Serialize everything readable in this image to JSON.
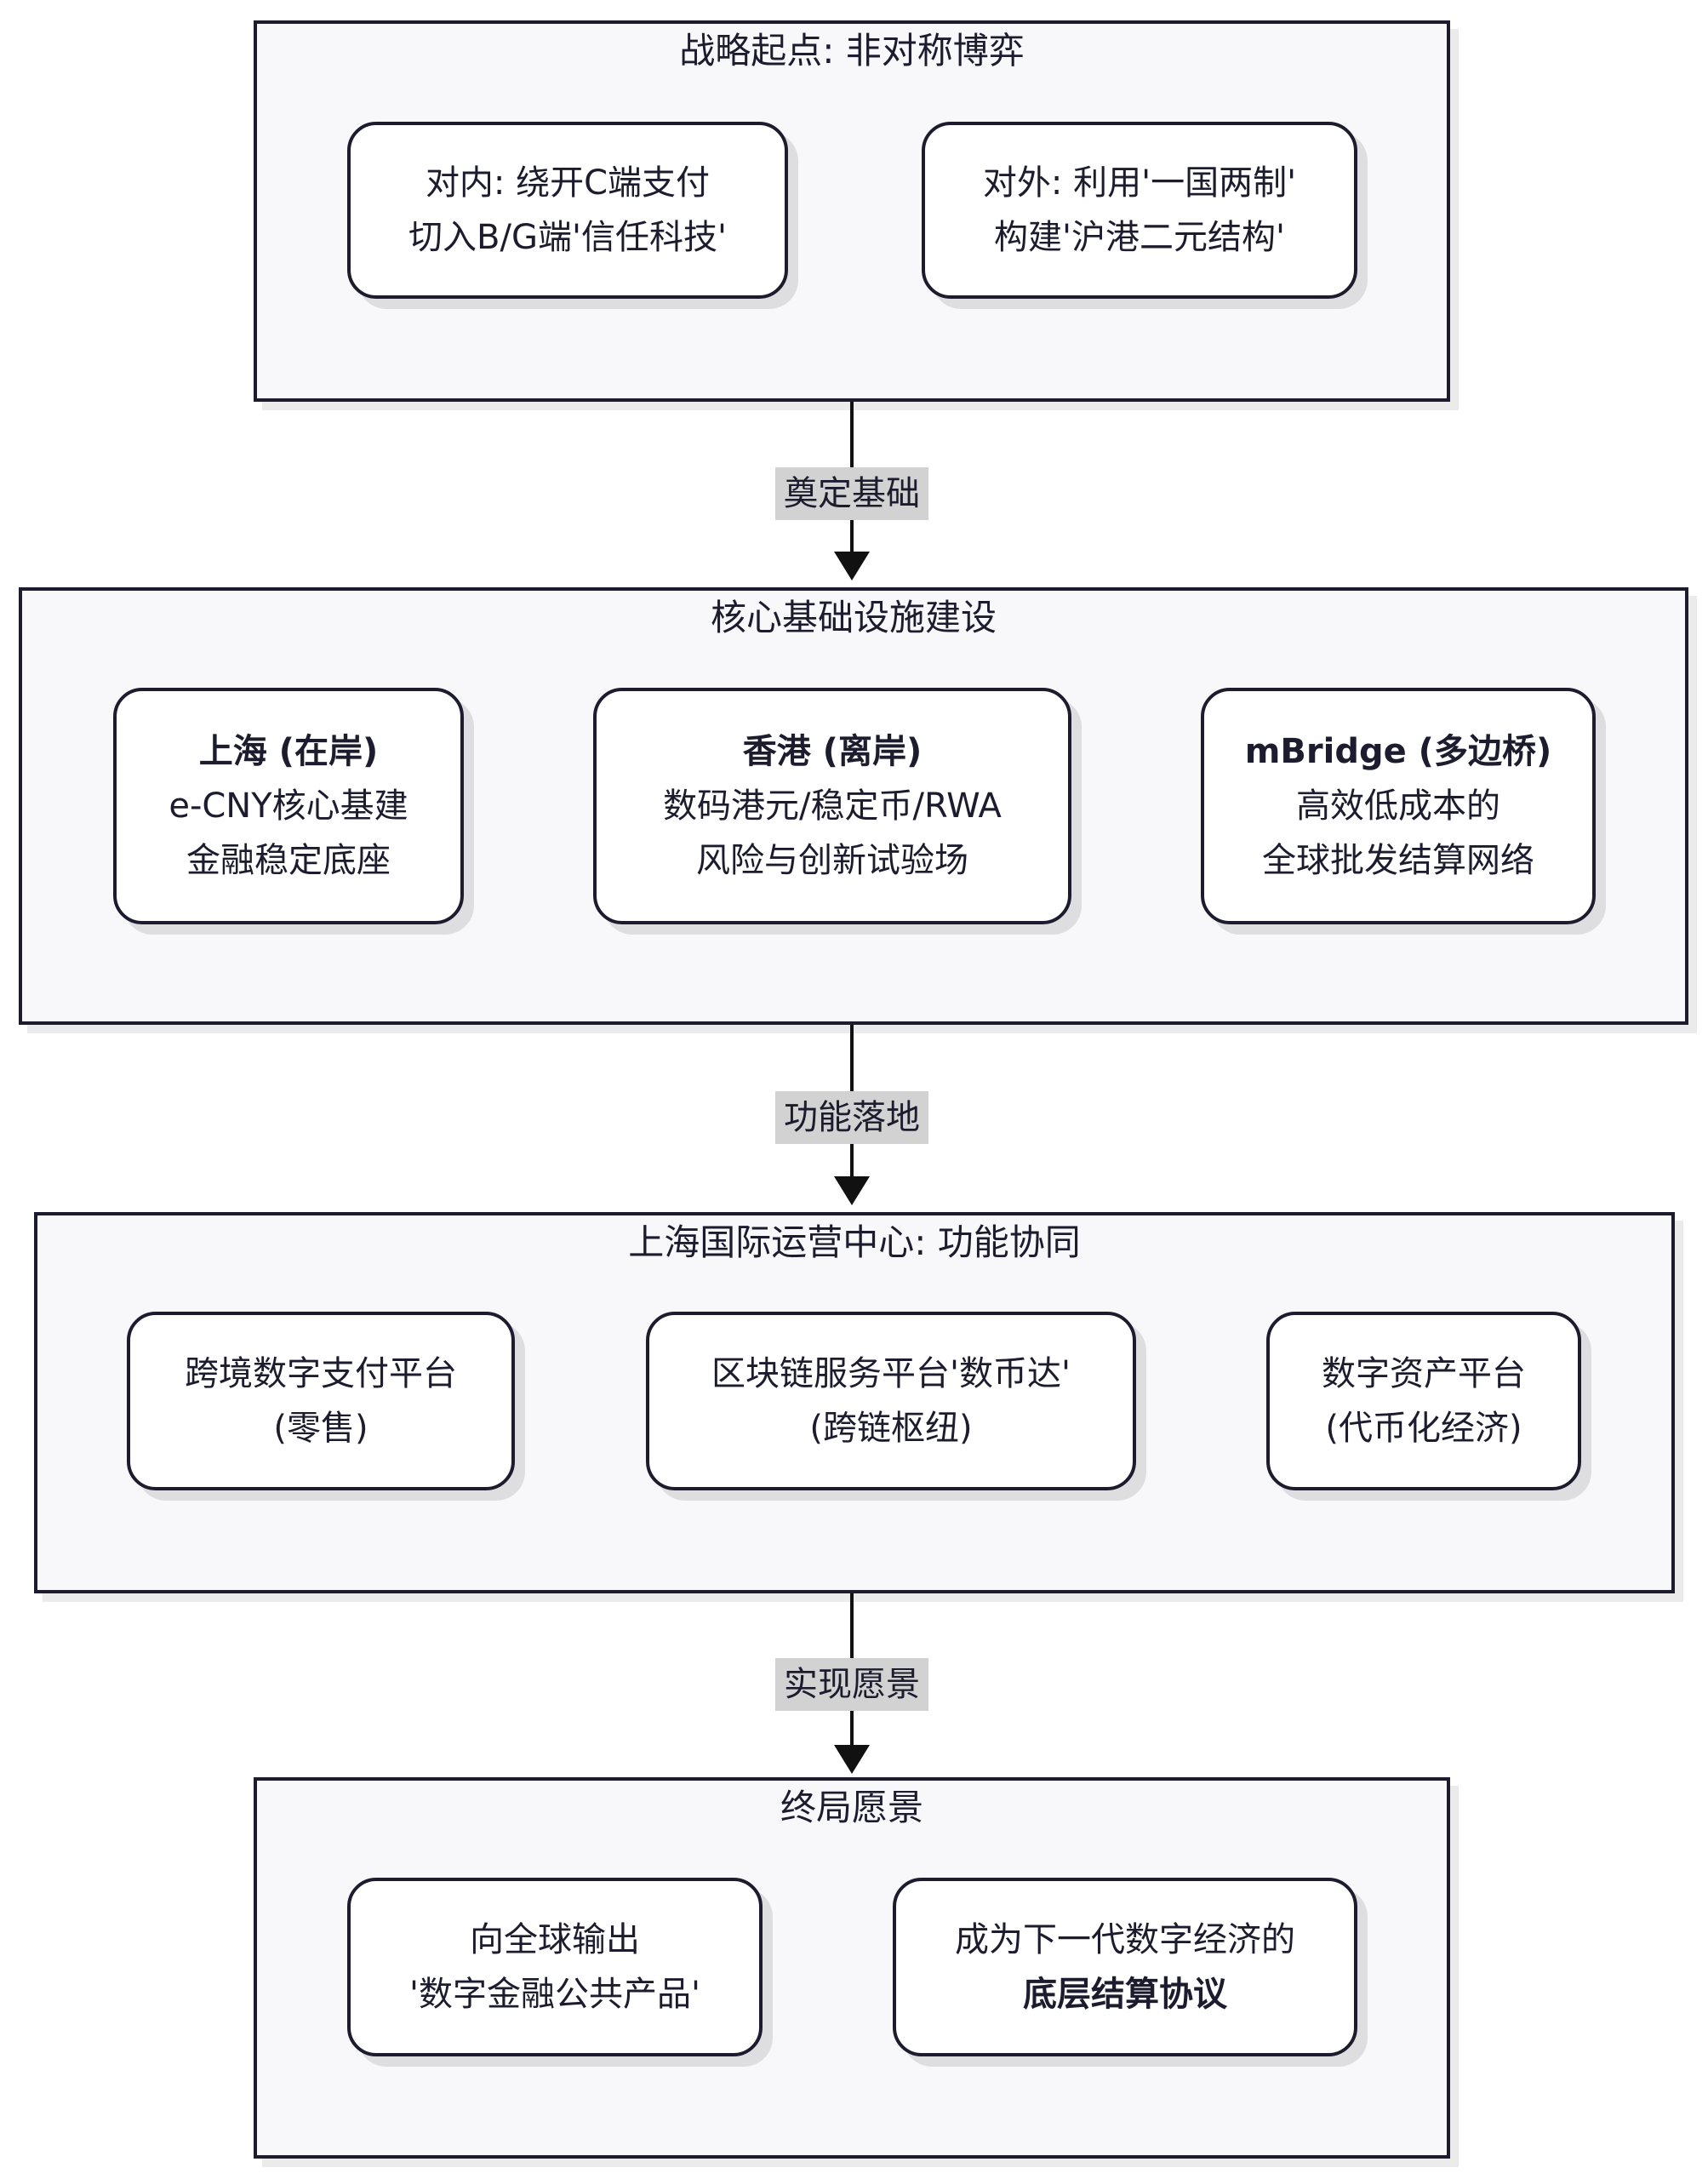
{
  "clusters": {
    "strategy": {
      "title": "战略起点: 非对称博弈",
      "domestic": {
        "line1": "对内: 绕开C端支付",
        "line2": "切入B/G端'信任科技'"
      },
      "external": {
        "line1": "对外: 利用'一国两制'",
        "line2": "构建'沪港二元结构'"
      }
    },
    "infrastructure": {
      "title": "核心基础设施建设",
      "shanghai": {
        "title": "上海 (在岸)",
        "line1": "e-CNY核心基建",
        "line2": "金融稳定底座"
      },
      "hongkong": {
        "title": "香港 (离岸)",
        "line1": "数码港元/稳定币/RWA",
        "line2": "风险与创新试验场"
      },
      "mbridge": {
        "title": "mBridge (多边桥)",
        "line1": "高效低成本的",
        "line2": "全球批发结算网络"
      }
    },
    "operations": {
      "title": "上海国际运营中心: 功能协同",
      "payment": {
        "line1": "跨境数字支付平台",
        "line2": "(零售)"
      },
      "blockchain": {
        "line1": "区块链服务平台'数币达'",
        "line2": "(跨链枢纽)"
      },
      "assets": {
        "line1": "数字资产平台",
        "line2": "(代币化经济)"
      }
    },
    "vision": {
      "title": "终局愿景",
      "export": {
        "line1": "向全球输出",
        "line2": "'数字金融公共产品'"
      },
      "protocol": {
        "line1": "成为下一代数字经济的",
        "line2": "底层结算协议"
      }
    }
  },
  "edges": {
    "foundation": "奠定基础",
    "implementation": "功能落地",
    "vision": "实现愿景"
  }
}
